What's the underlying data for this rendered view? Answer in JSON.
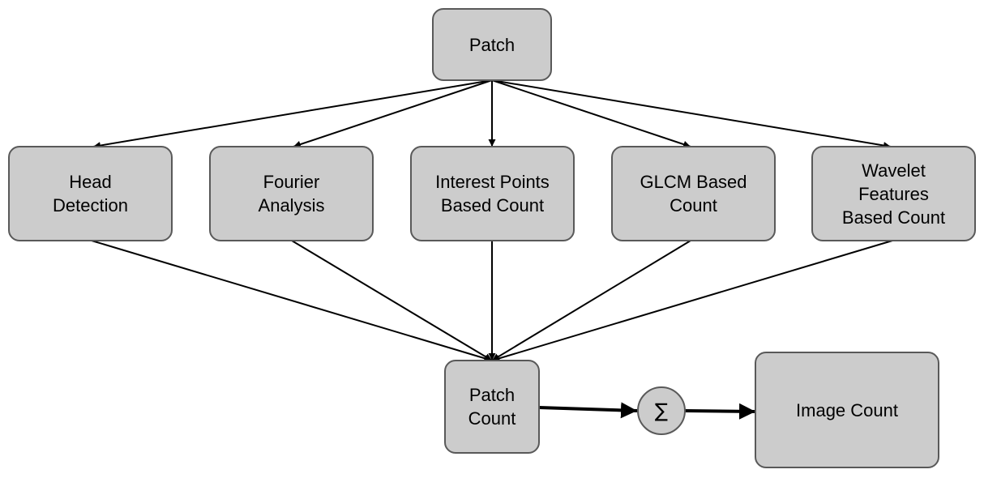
{
  "diagram": {
    "nodes": {
      "patch": "Patch",
      "head_detection": "Head\nDetection",
      "fourier_analysis": "Fourier\nAnalysis",
      "interest_points": "Interest Points\nBased Count",
      "glcm": "GLCM Based\nCount",
      "wavelet": "Wavelet\nFeatures\nBased Count",
      "patch_count": "Patch\nCount",
      "sum_symbol": "∑",
      "image_count": "Image Count"
    },
    "edges": [
      {
        "from": "patch",
        "to": "head_detection"
      },
      {
        "from": "patch",
        "to": "fourier_analysis"
      },
      {
        "from": "patch",
        "to": "interest_points"
      },
      {
        "from": "patch",
        "to": "glcm"
      },
      {
        "from": "patch",
        "to": "wavelet"
      },
      {
        "from": "head_detection",
        "to": "patch_count"
      },
      {
        "from": "fourier_analysis",
        "to": "patch_count"
      },
      {
        "from": "interest_points",
        "to": "patch_count"
      },
      {
        "from": "glcm",
        "to": "patch_count"
      },
      {
        "from": "wavelet",
        "to": "patch_count"
      },
      {
        "from": "patch_count",
        "to": "sum_symbol"
      },
      {
        "from": "sum_symbol",
        "to": "image_count"
      }
    ],
    "colors": {
      "node_fill": "#cccccc",
      "node_border": "#595959",
      "edge": "#000000"
    }
  }
}
